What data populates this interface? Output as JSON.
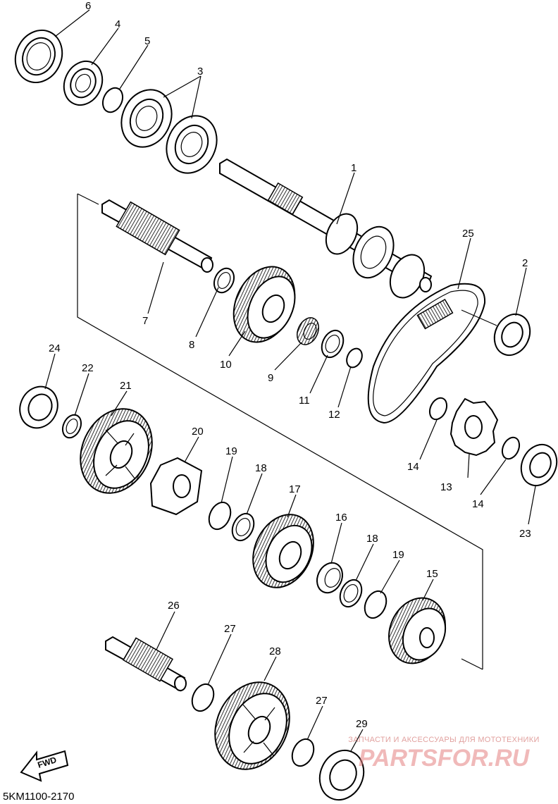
{
  "diagram": {
    "code": "5KM1100-2170",
    "direction_label": "FWD",
    "callouts": [
      "6",
      "4",
      "5",
      "3",
      "1",
      "25",
      "2",
      "7",
      "8",
      "10",
      "9",
      "11",
      "12",
      "24",
      "22",
      "21",
      "20",
      "19",
      "18",
      "17",
      "16",
      "18",
      "19",
      "15",
      "14",
      "13",
      "14",
      "23",
      "26",
      "27",
      "28",
      "27",
      "29"
    ]
  },
  "watermark": {
    "caption": "ЗАПЧАСТИ И АКСЕССУАРЫ ДЛЯ МОТОТЕХНИКИ",
    "logo": "PARTSFOR.RU"
  }
}
